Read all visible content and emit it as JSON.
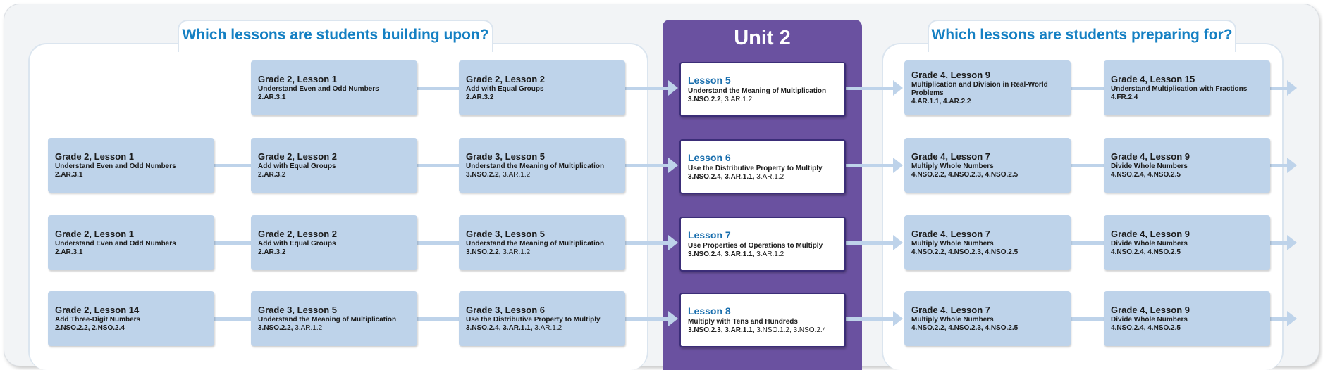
{
  "left_heading": "Which lessons are students building upon?",
  "unit_title": "Unit 2",
  "right_heading": "Which lessons are students preparing for?",
  "rows": [
    {
      "prior": [
        null,
        {
          "title": "Grade 2, Lesson 1",
          "desc": "Understand Even and Odd Numbers",
          "stds": [
            {
              "code": "2.AR.3.1",
              "primary": true
            }
          ]
        },
        {
          "title": "Grade 2, Lesson 2",
          "desc": "Add with Equal Groups",
          "stds": [
            {
              "code": "2.AR.3.2",
              "primary": true
            }
          ]
        }
      ],
      "unit": {
        "title": "Lesson 5",
        "desc": "Understand the Meaning of Multiplication",
        "stds": [
          {
            "code": "3.NSO.2.2,",
            "primary": true
          },
          {
            "code": "3.AR.1.2",
            "primary": false
          }
        ]
      },
      "next": [
        {
          "title": "Grade 4, Lesson 9",
          "desc": "Multiplication and Division in Real-World Problems",
          "stds": [
            {
              "code": "4.AR.1.1, 4.AR.2.2",
              "primary": true
            }
          ]
        },
        {
          "title": "Grade 4, Lesson 15",
          "desc": "Understand Multiplication with Fractions",
          "stds": [
            {
              "code": "4.FR.2.4",
              "primary": true
            }
          ]
        }
      ]
    },
    {
      "prior": [
        {
          "title": "Grade 2, Lesson 1",
          "desc": "Understand Even and Odd Numbers",
          "stds": [
            {
              "code": "2.AR.3.1",
              "primary": true
            }
          ]
        },
        {
          "title": "Grade 2, Lesson 2",
          "desc": "Add with Equal Groups",
          "stds": [
            {
              "code": "2.AR.3.2",
              "primary": true
            }
          ]
        },
        {
          "title": "Grade 3, Lesson 5",
          "desc": "Understand the Meaning of Multiplication",
          "stds": [
            {
              "code": "3.NSO.2.2,",
              "primary": true
            },
            {
              "code": "3.AR.1.2",
              "primary": false
            }
          ]
        }
      ],
      "unit": {
        "title": "Lesson 6",
        "desc": "Use the Distributive Property to Multiply",
        "stds": [
          {
            "code": "3.NSO.2.4, 3.AR.1.1,",
            "primary": true
          },
          {
            "code": "3.AR.1.2",
            "primary": false
          }
        ]
      },
      "next": [
        {
          "title": "Grade 4, Lesson 7",
          "desc": "Multiply Whole Numbers",
          "stds": [
            {
              "code": "4.NSO.2.2, 4.NSO.2.3, 4.NSO.2.5",
              "primary": true
            }
          ]
        },
        {
          "title": "Grade 4, Lesson 9",
          "desc": "Divide Whole Numbers",
          "stds": [
            {
              "code": "4.NSO.2.4, 4.NSO.2.5",
              "primary": true
            }
          ]
        }
      ]
    },
    {
      "prior": [
        {
          "title": "Grade 2, Lesson 1",
          "desc": "Understand Even and Odd Numbers",
          "stds": [
            {
              "code": "2.AR.3.1",
              "primary": true
            }
          ]
        },
        {
          "title": "Grade 2, Lesson 2",
          "desc": "Add with Equal Groups",
          "stds": [
            {
              "code": "2.AR.3.2",
              "primary": true
            }
          ]
        },
        {
          "title": "Grade 3, Lesson 5",
          "desc": "Understand the Meaning of Multiplication",
          "stds": [
            {
              "code": "3.NSO.2.2,",
              "primary": true
            },
            {
              "code": "3.AR.1.2",
              "primary": false
            }
          ]
        }
      ],
      "unit": {
        "title": "Lesson 7",
        "desc": "Use Properties of Operations to Multiply",
        "stds": [
          {
            "code": "3.NSO.2.4, 3.AR.1.1,",
            "primary": true
          },
          {
            "code": "3.AR.1.2",
            "primary": false
          }
        ]
      },
      "next": [
        {
          "title": "Grade 4, Lesson 7",
          "desc": "Multiply Whole Numbers",
          "stds": [
            {
              "code": "4.NSO.2.2, 4.NSO.2.3, 4.NSO.2.5",
              "primary": true
            }
          ]
        },
        {
          "title": "Grade 4, Lesson 9",
          "desc": "Divide Whole Numbers",
          "stds": [
            {
              "code": "4.NSO.2.4, 4.NSO.2.5",
              "primary": true
            }
          ]
        }
      ]
    },
    {
      "prior": [
        {
          "title": "Grade 2, Lesson 14",
          "desc": "Add Three-Digit Numbers",
          "stds": [
            {
              "code": "2.NSO.2.2, 2.NSO.2.4",
              "primary": true
            }
          ]
        },
        {
          "title": "Grade 3, Lesson 5",
          "desc": "Understand the Meaning of Multiplication",
          "stds": [
            {
              "code": "3.NSO.2.2,",
              "primary": true
            },
            {
              "code": "3.AR.1.2",
              "primary": false
            }
          ]
        },
        {
          "title": "Grade 3, Lesson 6",
          "desc": "Use the Distributive Property to Multiply",
          "stds": [
            {
              "code": "3.NSO.2.4, 3.AR.1.1,",
              "primary": true
            },
            {
              "code": "3.AR.1.2",
              "primary": false
            }
          ]
        }
      ],
      "unit": {
        "title": "Lesson 8",
        "desc": "Multiply with Tens and Hundreds",
        "stds": [
          {
            "code": "3.NSO.2.3, 3.AR.1.1,",
            "primary": true
          },
          {
            "code": "3.NSO.1.2, 3.NSO.2.4",
            "primary": false
          }
        ]
      },
      "next": [
        {
          "title": "Grade 4, Lesson 7",
          "desc": "Multiply Whole Numbers",
          "stds": [
            {
              "code": "4.NSO.2.2, 4.NSO.2.3, 4.NSO.2.5",
              "primary": true
            }
          ]
        },
        {
          "title": "Grade 4, Lesson 9",
          "desc": "Divide Whole Numbers",
          "stds": [
            {
              "code": "4.NSO.2.4, 4.NSO.2.5",
              "primary": true
            }
          ]
        }
      ]
    }
  ]
}
